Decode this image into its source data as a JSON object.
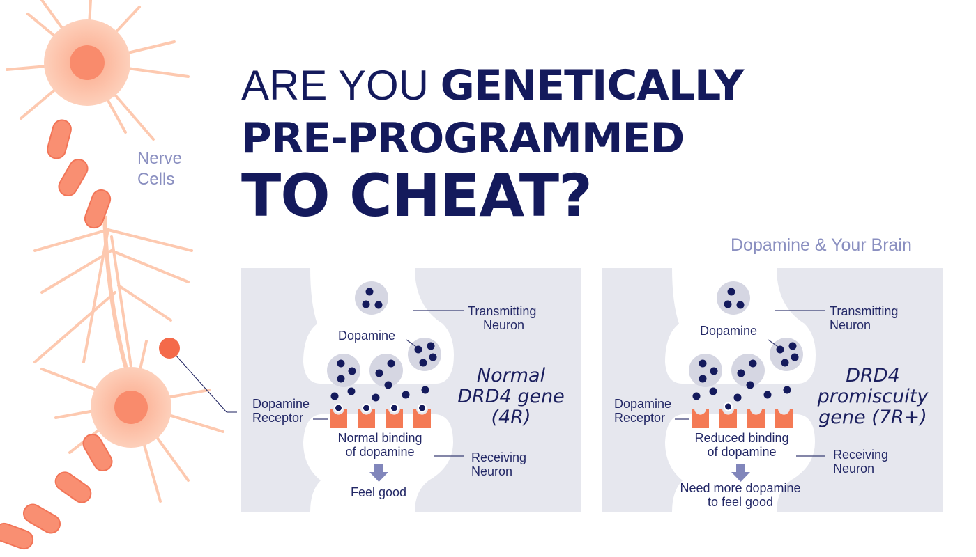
{
  "title": {
    "line1_light": "ARE YOU ",
    "line1_bold": "GENETICALLY",
    "line2": "PRE-PROGRAMMED",
    "line3": "TO CHEAT?"
  },
  "nerve_cells": {
    "line1": "Nerve",
    "line2": "Cells"
  },
  "subtitle": "Dopamine & Your Brain",
  "colors": {
    "navy": "#141a5c",
    "panel_bg": "#e6e7ee",
    "receptor": "#f47a55",
    "vesicle": "#d5d6e2",
    "arrow": "#8186bb",
    "neuron": "#fbb79a"
  },
  "panels": [
    {
      "transmitting": [
        "Transmitting",
        "Neuron"
      ],
      "dopamine": "Dopamine",
      "receptor": [
        "Dopamine",
        "Receptor"
      ],
      "binding": [
        "Normal binding",
        "of dopamine"
      ],
      "receiving": [
        "Receiving",
        "Neuron"
      ],
      "result": [
        "Feel good",
        ""
      ],
      "gene": [
        "Normal",
        "DRD4 gene",
        "(4R)"
      ],
      "bound_receptors": 4
    },
    {
      "transmitting": [
        "Transmitting",
        "Neuron"
      ],
      "dopamine": "Dopamine",
      "receptor": [
        "Dopamine",
        "Receptor"
      ],
      "binding": [
        "Reduced binding",
        "of dopamine"
      ],
      "receiving": [
        "Receiving",
        "Neuron"
      ],
      "result": [
        "Need more dopamine",
        "to feel good"
      ],
      "gene": [
        "DRD4",
        "promiscuity",
        "gene (7R+)"
      ],
      "bound_receptors": 1
    }
  ]
}
